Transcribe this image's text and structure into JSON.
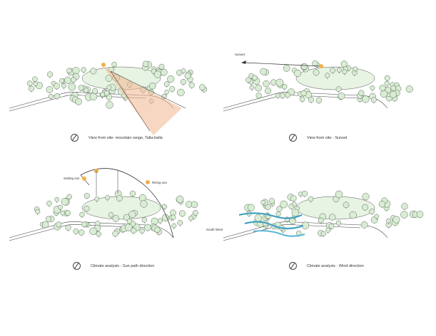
{
  "panels": [
    {
      "caption": "View from site- mountain range, Talla-balla"
    },
    {
      "caption": "View from site - Sunset",
      "label": "Sunset"
    },
    {
      "caption": "Climate analysis - Sun path direction",
      "labels": [
        "Setting sun",
        "Rising sun"
      ]
    },
    {
      "caption": "Climate analysis - Wind direction",
      "label": "South West"
    }
  ],
  "colors": {
    "tree_fill": "#d9ecd4",
    "tree_stroke": "#4b5a4b",
    "sun": "#f2b04a",
    "view_cone": "#f3b690",
    "wind": "#5bb7d6"
  }
}
